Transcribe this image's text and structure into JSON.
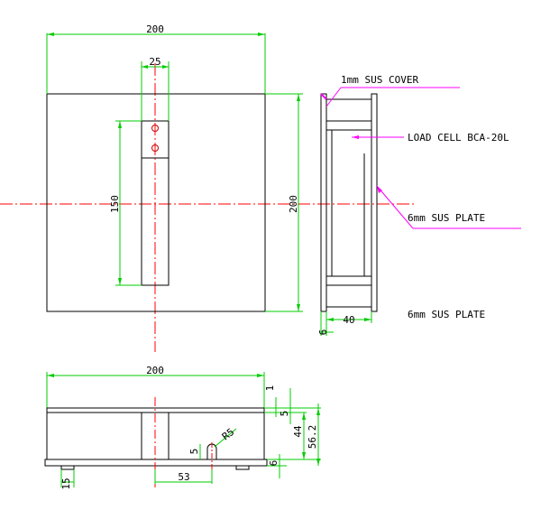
{
  "drawing": {
    "labels": {
      "cover": "1mm SUS COVER",
      "load_cell": "LOAD CELL BCA-20L",
      "plate_a": "6mm SUS PLATE",
      "plate_b": "6mm SUS PLATE"
    },
    "front_view": {
      "width_dim": "200",
      "slot_width_dim": "25",
      "slot_length_dim": "150",
      "height_dim": "200"
    },
    "side_view": {
      "depth_dim": "40",
      "plate_dim": "6"
    },
    "bottom_view": {
      "width_dim": "200",
      "dim_1": "1",
      "dim_5": "5",
      "dim_44": "44",
      "dim_56_2": "56.2",
      "dim_6": "6",
      "notch_height_dim": "5",
      "radius_dim": "R5",
      "offset_dim": "53",
      "foot_dim": "15"
    },
    "colors": {
      "dimension": "#00cc00",
      "centerline": "#ff0000",
      "leader": "#ff00ff",
      "outline": "#000000"
    }
  }
}
